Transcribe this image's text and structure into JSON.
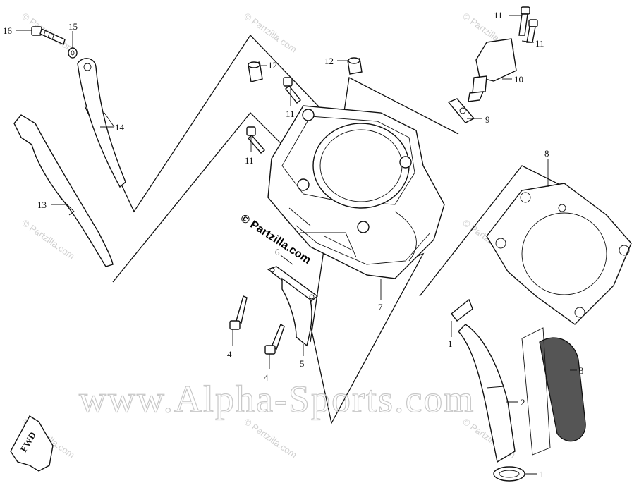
{
  "watermarks": {
    "center_text": "© Partzilla.com",
    "footer_text": "www.Alpha-Sports.com",
    "corner_text": "© Partzilla.com"
  },
  "fwd_label": "FWD",
  "callouts": {
    "p16": "16",
    "p15": "15",
    "p14": "14",
    "p13": "13",
    "p12a": "12",
    "p12b": "12",
    "p11a": "11",
    "p11b": "11",
    "p11c": "11",
    "p11d": "11",
    "p10": "10",
    "p9": "9",
    "p8": "8",
    "p7": "7",
    "p6": "6",
    "p5": "5",
    "p4a": "4",
    "p4b": "4",
    "p3": "3",
    "p2": "2",
    "p1a": "1",
    "p1b": "1"
  }
}
